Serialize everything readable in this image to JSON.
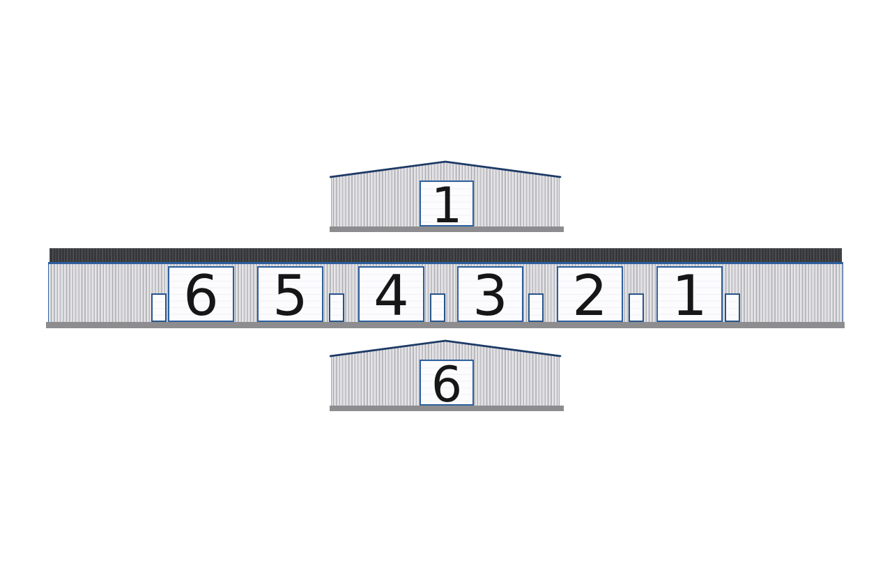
{
  "top_building": {
    "door_label": "1"
  },
  "middle_building": {
    "garage_doors": [
      {
        "label": "6"
      },
      {
        "label": "5"
      },
      {
        "label": "4"
      },
      {
        "label": "3"
      },
      {
        "label": "2"
      },
      {
        "label": "1"
      }
    ],
    "man_door_count": 6
  },
  "bottom_building": {
    "door_label": "6"
  },
  "colors": {
    "background": "#ffffff",
    "accent_blue": "#2c5f9e",
    "man_door_blue": "#27548a",
    "roof_navy": "#1d3a66",
    "roof_charcoal": "#35373a",
    "wall_gray": "#d7d6da",
    "foundation_gray": "#8d8d8f",
    "door_white": "#fcfcfe",
    "number_black": "#161616"
  }
}
